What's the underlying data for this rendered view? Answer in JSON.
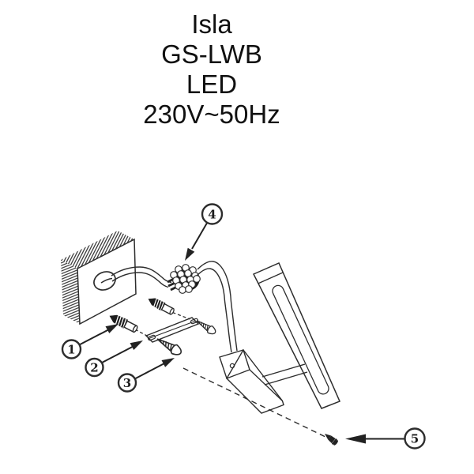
{
  "title": {
    "product": "Isla",
    "model": "GS-LWB",
    "lamp_type": "LED",
    "power": "230V~50Hz"
  },
  "diagram": {
    "callouts": [
      {
        "number": "1"
      },
      {
        "number": "2"
      },
      {
        "number": "3"
      },
      {
        "number": "4"
      },
      {
        "number": "5"
      }
    ]
  },
  "colors": {
    "line": "#2d2d2d",
    "background": "#ffffff"
  }
}
